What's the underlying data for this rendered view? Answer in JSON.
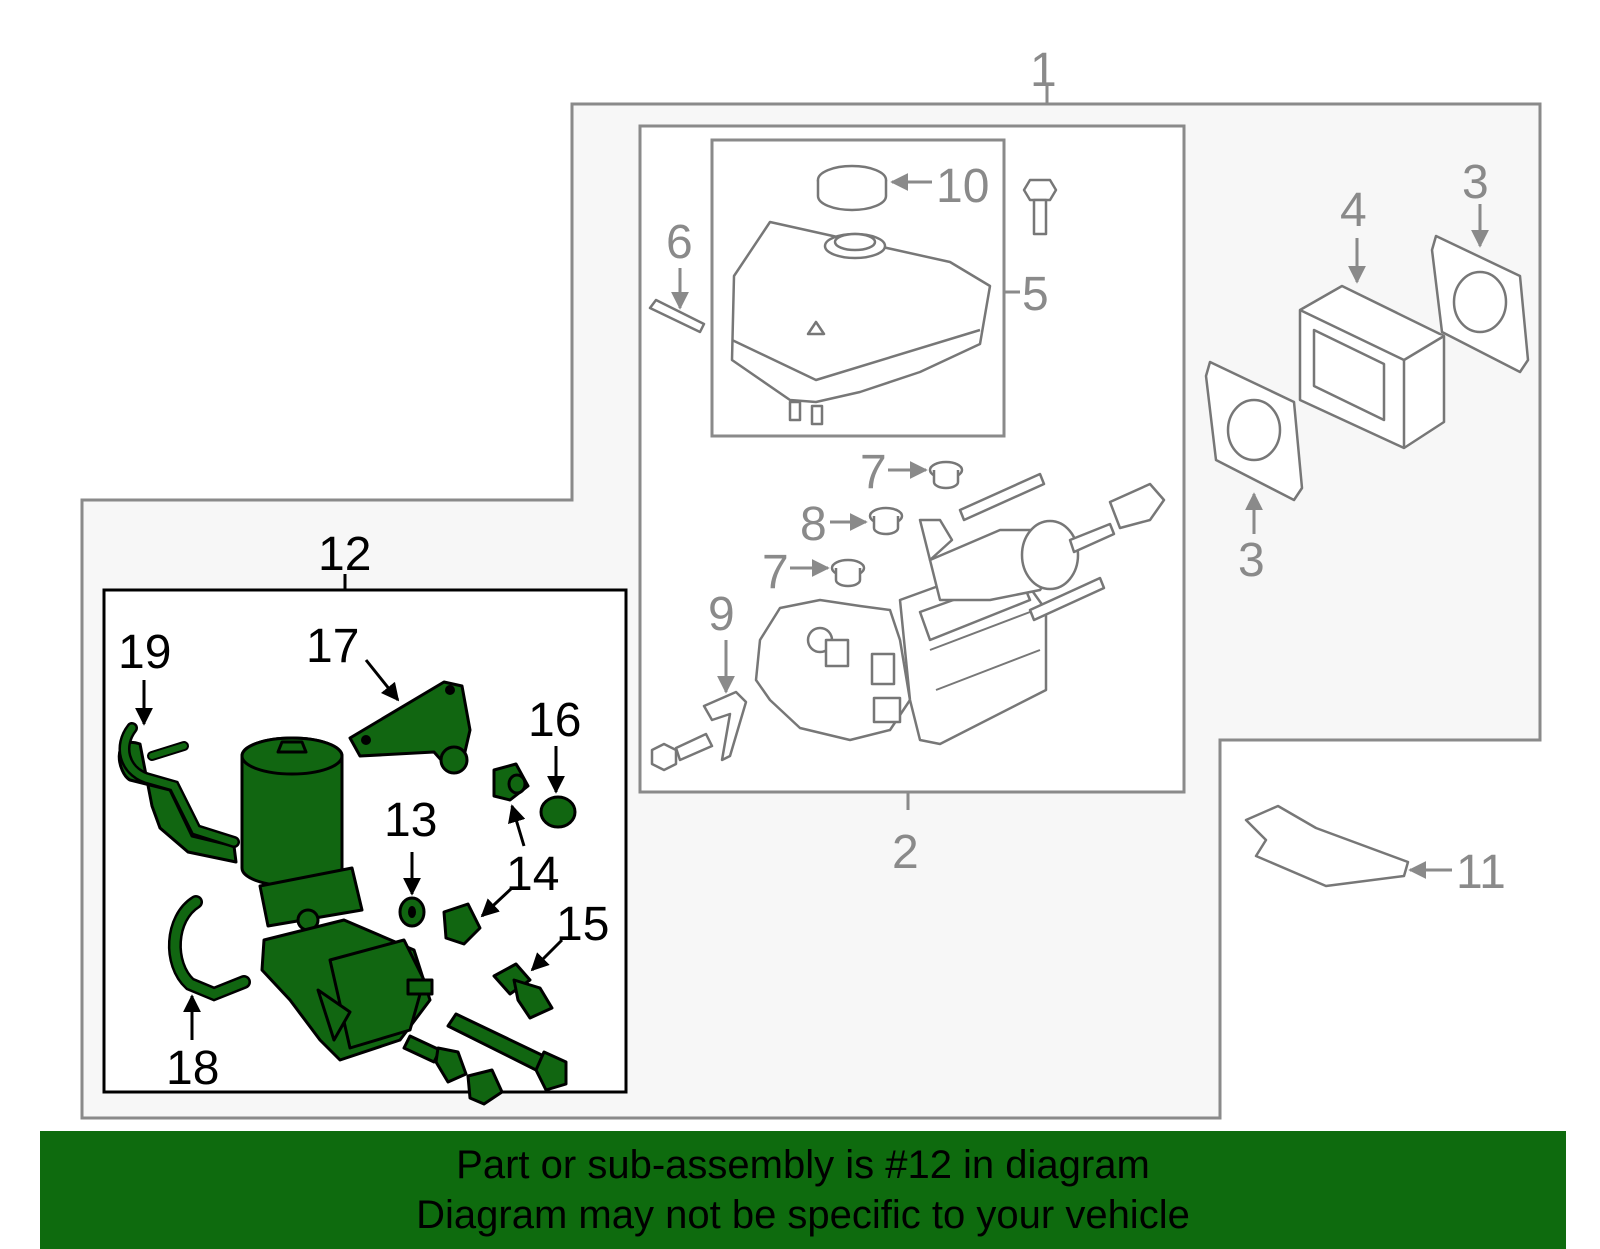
{
  "banner": {
    "line1": "Part or sub-assembly is #12 in diagram",
    "line2": "Diagram may not be specific to your vehicle"
  },
  "colors": {
    "highlight_green": "#116611",
    "banner_green": "#0e6b0e",
    "outline_gray": "#8a8a8a",
    "panel_fill": "#f7f7f7"
  },
  "callouts": {
    "c1": "1",
    "c2": "2",
    "c3a": "3",
    "c3b": "3",
    "c4": "4",
    "c5": "5",
    "c6": "6",
    "c7a": "7",
    "c7b": "7",
    "c8": "8",
    "c9": "9",
    "c10": "10",
    "c11": "11",
    "c12": "12",
    "c13": "13",
    "c14": "14",
    "c15": "15",
    "c16": "16",
    "c17": "17",
    "c18": "18",
    "c19": "19"
  }
}
